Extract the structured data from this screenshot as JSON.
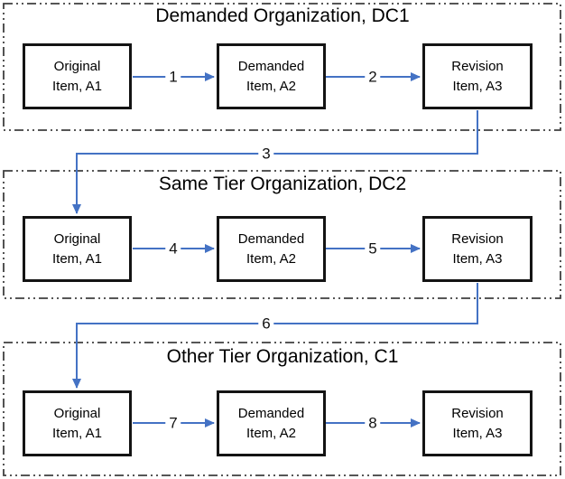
{
  "colors": {
    "arrow": "#4472C4",
    "section_border": "#3F3F3F",
    "box_border": "#141414",
    "text": "#000000",
    "background": "#FFFFFF"
  },
  "sections": [
    {
      "id": "DC1",
      "title": "Demanded Organization, DC1",
      "boxes": [
        {
          "id": "dc1.a1",
          "lines": [
            "Original",
            "Item, A1"
          ]
        },
        {
          "id": "dc1.a2",
          "lines": [
            "Demanded",
            "Item, A2"
          ]
        },
        {
          "id": "dc1.a3",
          "lines": [
            "Revision",
            "Item, A3"
          ]
        }
      ]
    },
    {
      "id": "DC2",
      "title": "Same Tier Organization, DC2",
      "boxes": [
        {
          "id": "dc2.a1",
          "lines": [
            "Original",
            "Item, A1"
          ]
        },
        {
          "id": "dc2.a2",
          "lines": [
            "Demanded",
            "Item, A2"
          ]
        },
        {
          "id": "dc2.a3",
          "lines": [
            "Revision",
            "Item, A3"
          ]
        }
      ]
    },
    {
      "id": "C1",
      "title": "Other Tier Organization, C1",
      "boxes": [
        {
          "id": "c1.a1",
          "lines": [
            "Original",
            "Item, A1"
          ]
        },
        {
          "id": "c1.a2",
          "lines": [
            "Demanded",
            "Item, A2"
          ]
        },
        {
          "id": "c1.a3",
          "lines": [
            "Revision",
            "Item, A3"
          ]
        }
      ]
    }
  ],
  "edges": [
    {
      "label": "1",
      "from": "dc1.a1",
      "to": "dc1.a2"
    },
    {
      "label": "2",
      "from": "dc1.a2",
      "to": "dc1.a3"
    },
    {
      "label": "3",
      "from": "dc1.a3",
      "to": "dc2.a1"
    },
    {
      "label": "4",
      "from": "dc2.a1",
      "to": "dc2.a2"
    },
    {
      "label": "5",
      "from": "dc2.a2",
      "to": "dc2.a3"
    },
    {
      "label": "6",
      "from": "dc2.a3",
      "to": "c1.a1"
    },
    {
      "label": "7",
      "from": "c1.a1",
      "to": "c1.a2"
    },
    {
      "label": "8",
      "from": "c1.a2",
      "to": "c1.a3"
    }
  ]
}
